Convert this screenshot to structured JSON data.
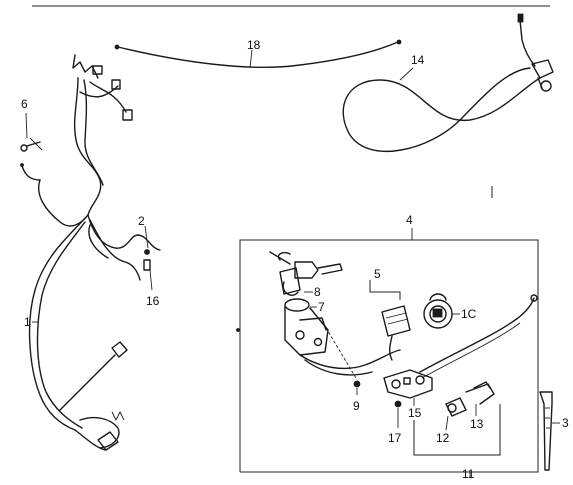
{
  "callouts": {
    "c1": "1",
    "c2": "2",
    "c3": "3",
    "c4": "4",
    "c5": "5",
    "c6": "6",
    "c7": "7",
    "c8": "8",
    "c9": "9",
    "c10": "1C",
    "c11": "11",
    "c12": "12",
    "c13": "13",
    "c14": "14",
    "c15": "15",
    "c16": "16",
    "c17": "17",
    "c18": "18"
  }
}
